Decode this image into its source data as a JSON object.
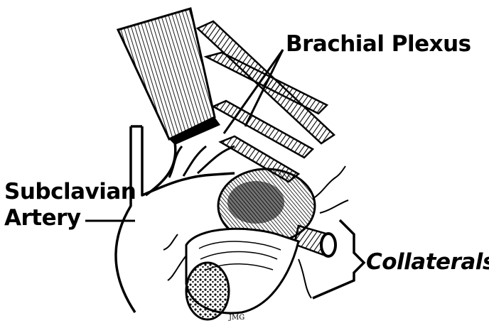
{
  "diagram": {
    "labels": {
      "brachial_plexus": "Brachial Plexus",
      "subclavian_line1": "Subclavian",
      "subclavian_line2": "Artery",
      "collaterals": "Collaterals",
      "signature": "JMG"
    }
  }
}
